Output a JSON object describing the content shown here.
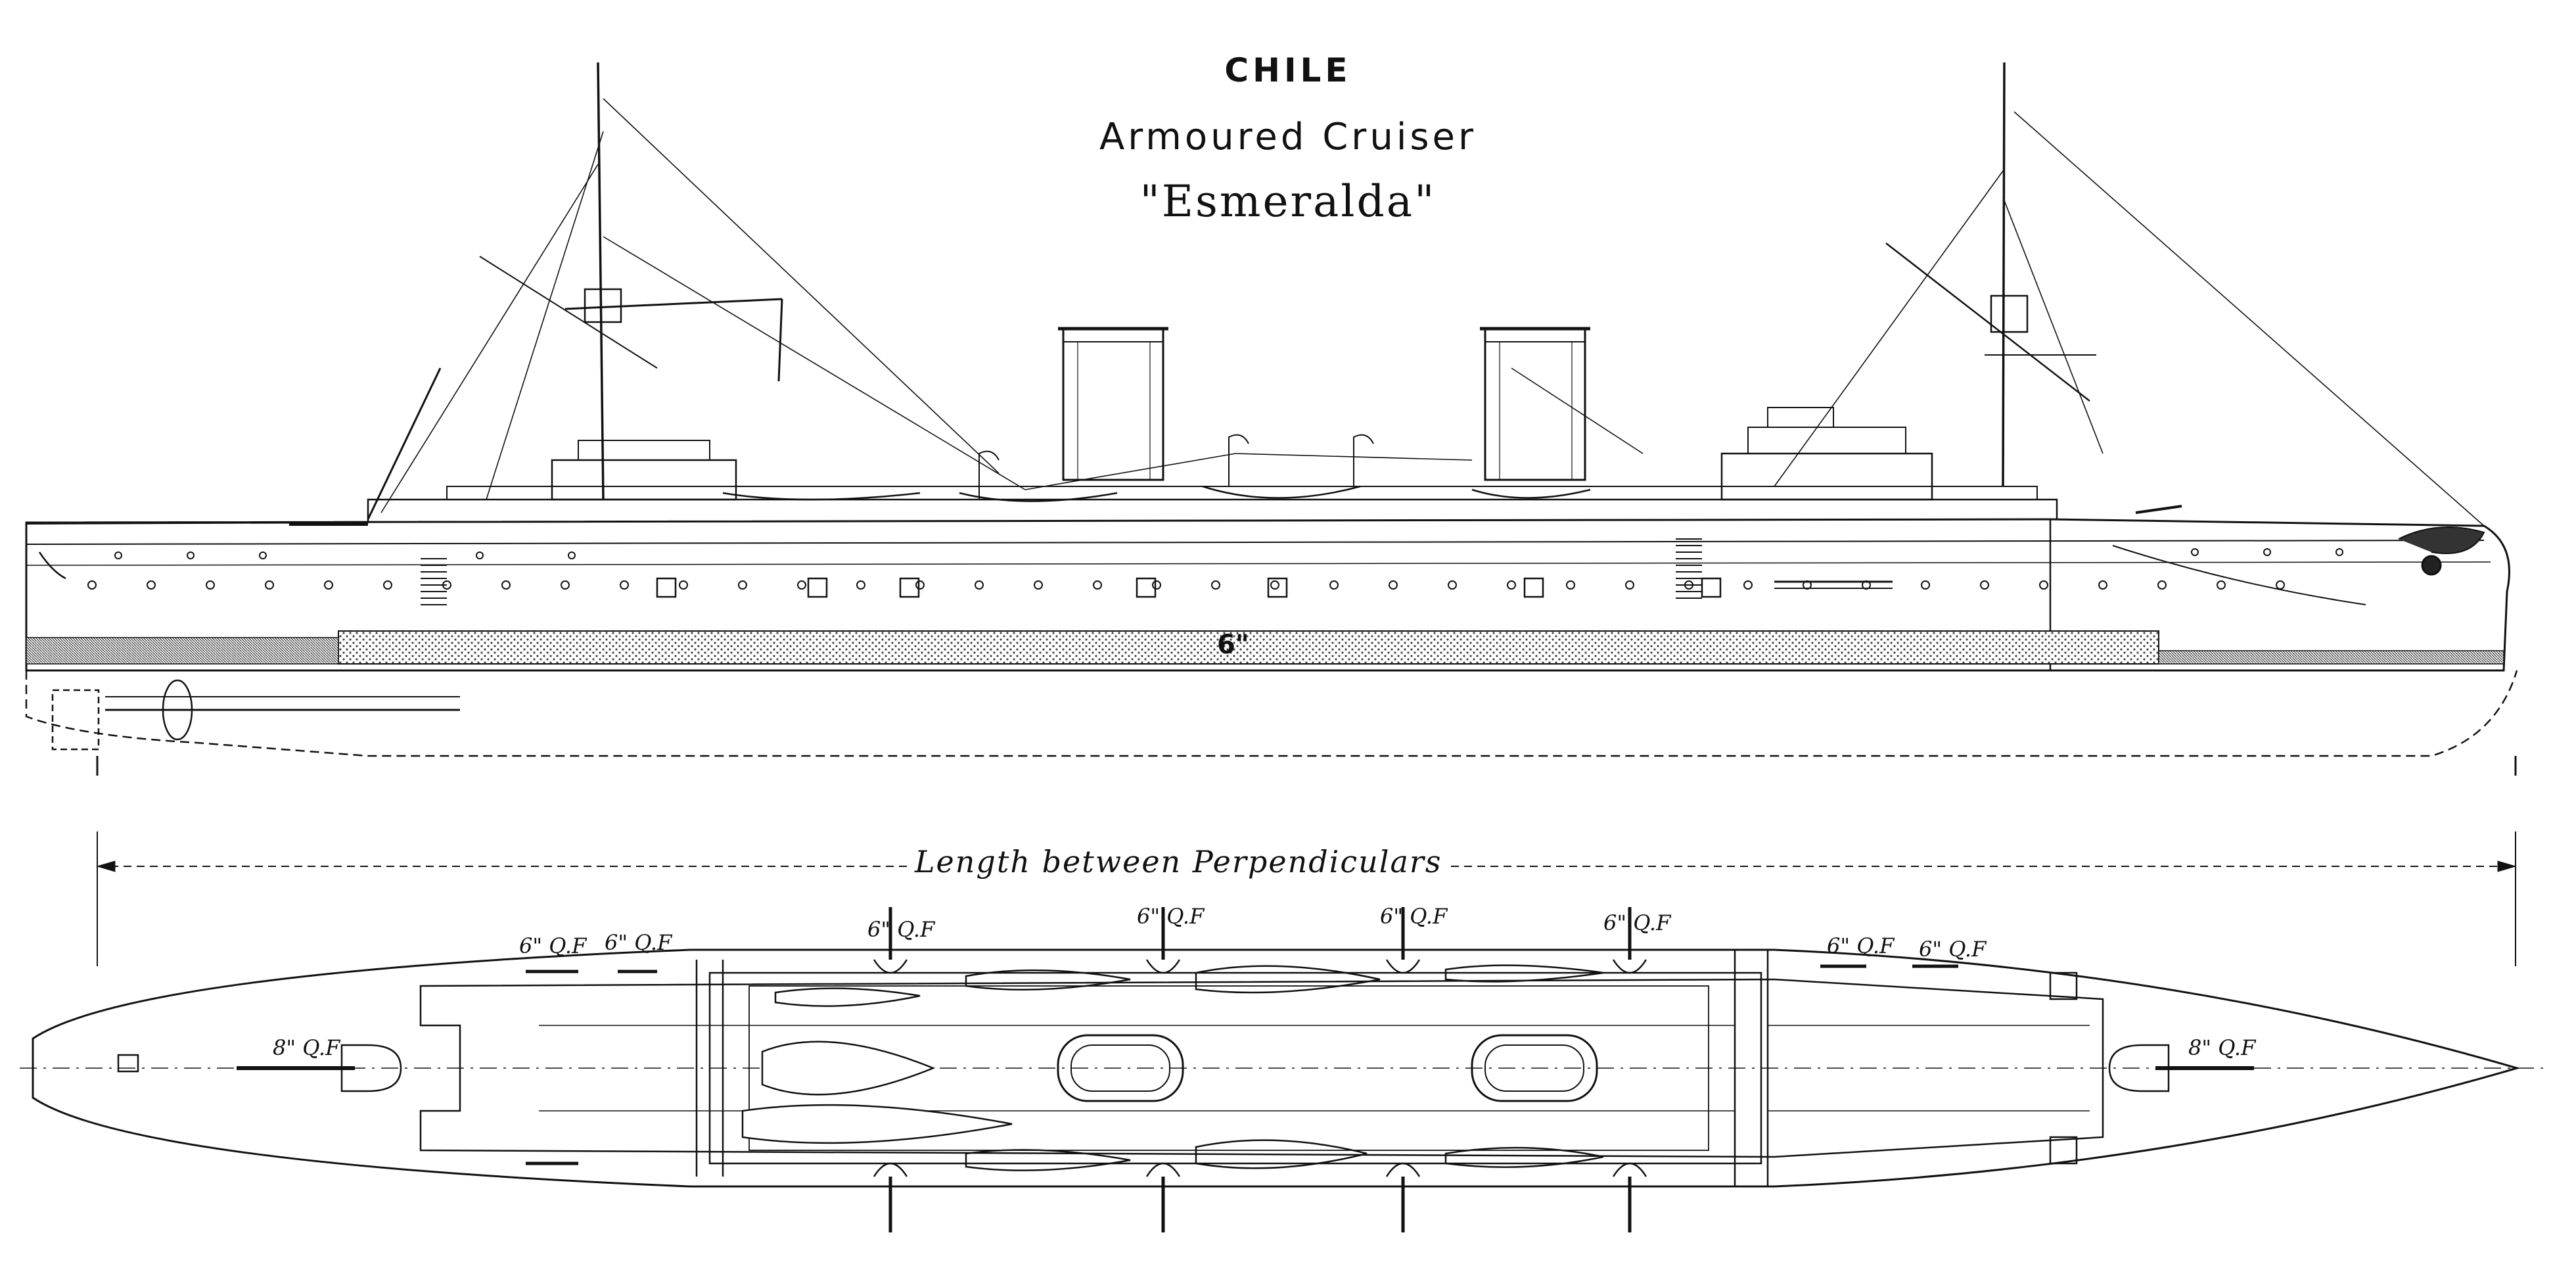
{
  "title": {
    "country": "CHILE",
    "ship_type": "Armoured Cruiser",
    "ship_name": "\"Esmeralda\""
  },
  "profile": {
    "belt_armour_label": "6\""
  },
  "plan": {
    "length_label": "Length between Perpendiculars",
    "bow_gun": "8\" Q.F",
    "stern_gun": "8\" Q.F",
    "gun_labels": {
      "aft_1": "6\" Q.F",
      "aft_2": "6\" Q.F",
      "mid_1": "6\" Q.F",
      "mid_2": "6\" Q.F",
      "mid_3": "6\" Q.F",
      "mid_4": "6\" Q.F",
      "fwd_1": "6\" Q.F",
      "fwd_2": "6\" Q.F"
    }
  }
}
